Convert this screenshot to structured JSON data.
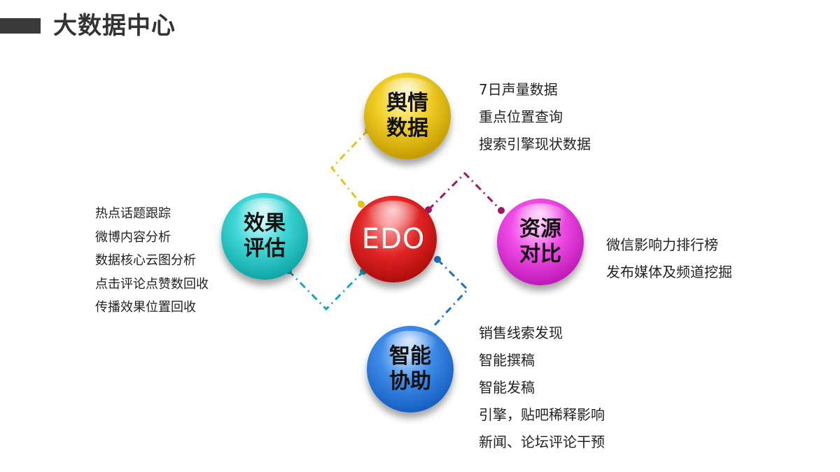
{
  "header": {
    "title": "大数据中心"
  },
  "center": {
    "label": "EDO"
  },
  "nodes": {
    "yuqing": {
      "label": "舆情\n数据",
      "items": [
        "7日声量数据",
        "重点位置查询",
        "搜索引擎现状数据"
      ]
    },
    "ziyuan": {
      "label": "资源\n对比",
      "items": [
        "微信影响力排行榜",
        "发布媒体及频道挖掘"
      ]
    },
    "zhineng": {
      "label": "智能\n协助",
      "items": [
        "销售线索发现",
        "智能撰稿",
        "智能发稿",
        "引擎，贴吧稀释影响",
        "新闻、论坛评论干预"
      ]
    },
    "xiaoguo": {
      "label": "效果\n评估",
      "items": [
        "热点话题跟踪",
        "微博内容分析",
        "数据核心云图分析",
        "点击评论点赞数回收",
        "传播效果位置回收"
      ]
    }
  },
  "colors": {
    "yuqing": "#e0c000",
    "ziyuan": "#b3166a",
    "zhineng": "#1f6fc4",
    "xiaoguo": "#1aa3b8",
    "center": "#cc1a1a"
  }
}
